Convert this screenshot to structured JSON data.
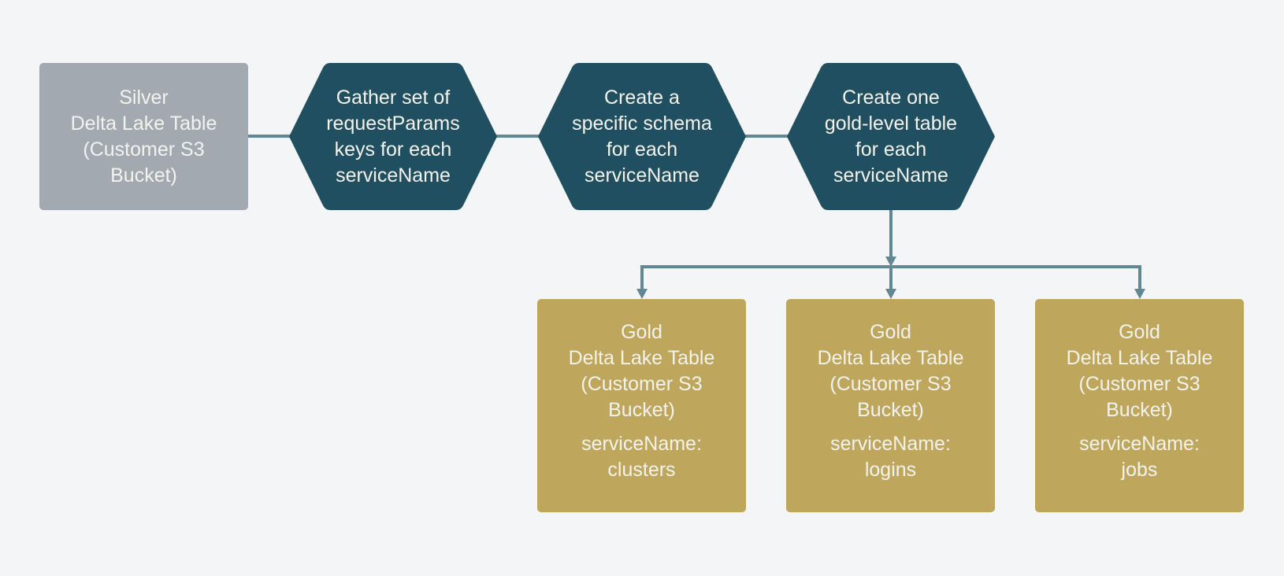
{
  "diagram": {
    "colors": {
      "background": "#f4f5f7",
      "silver": "#a3a9b1",
      "process": "#1f4f60",
      "gold": "#bea75d",
      "connector": "#628896",
      "text": "#f4f2ec"
    },
    "source": {
      "lines": [
        "Silver",
        "Delta Lake Table",
        "(Customer S3",
        "Bucket)"
      ]
    },
    "steps": [
      {
        "lines": [
          "Gather set of",
          "requestParams",
          "keys for each",
          "serviceName"
        ]
      },
      {
        "lines": [
          "Create a",
          "specific schema",
          "for each",
          "serviceName"
        ]
      },
      {
        "lines": [
          "Create one",
          "gold-level table",
          "for each",
          "serviceName"
        ]
      }
    ],
    "outputs": [
      {
        "lines": [
          "Gold",
          "Delta Lake Table",
          "(Customer S3",
          "Bucket)"
        ],
        "service_label": "serviceName:",
        "service_value": "clusters"
      },
      {
        "lines": [
          "Gold",
          "Delta Lake Table",
          "(Customer S3",
          "Bucket)"
        ],
        "service_label": "serviceName:",
        "service_value": "logins"
      },
      {
        "lines": [
          "Gold",
          "Delta Lake Table",
          "(Customer S3",
          "Bucket)"
        ],
        "service_label": "serviceName:",
        "service_value": "jobs"
      }
    ]
  }
}
